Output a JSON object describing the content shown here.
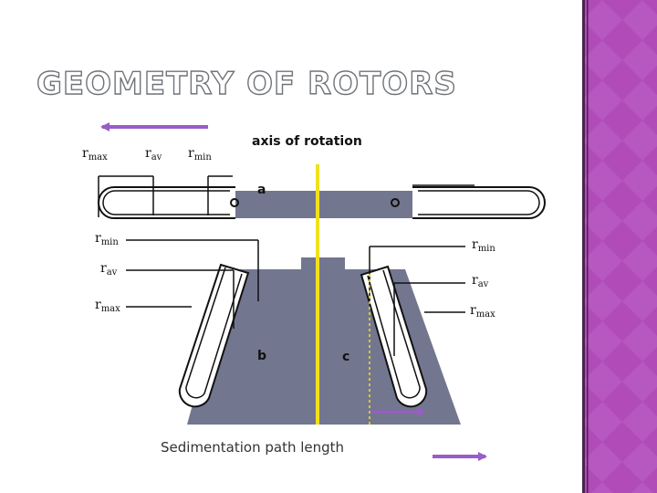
{
  "slide": {
    "title": "GEOMETRY OF ROTORS",
    "top_labels": {
      "r_max": {
        "base": "r",
        "sub": "max"
      },
      "r_av": {
        "base": "r",
        "sub": "av"
      },
      "r_min": {
        "base": "r",
        "sub": "min"
      }
    },
    "axis_label": "axis of rotation",
    "left_labels": {
      "r_min": {
        "base": "r",
        "sub": "min"
      },
      "r_av": {
        "base": "r",
        "sub": "av"
      },
      "r_max": {
        "base": "r",
        "sub": "max"
      }
    },
    "right_labels": {
      "r_min": {
        "base": "r",
        "sub": "min"
      },
      "r_av": {
        "base": "r",
        "sub": "av"
      },
      "r_max": {
        "base": "r",
        "sub": "max"
      }
    },
    "rotor_labels": {
      "a": "a",
      "b": "b",
      "c": "c"
    },
    "caption": "Sedimentation path length",
    "colors": {
      "rotor_body": "#73768f",
      "arrow": "#9a5cc6",
      "axis": "#f2e01e",
      "sidebar": "#b04bb8",
      "sidebar_edge": "#4a2450"
    }
  }
}
